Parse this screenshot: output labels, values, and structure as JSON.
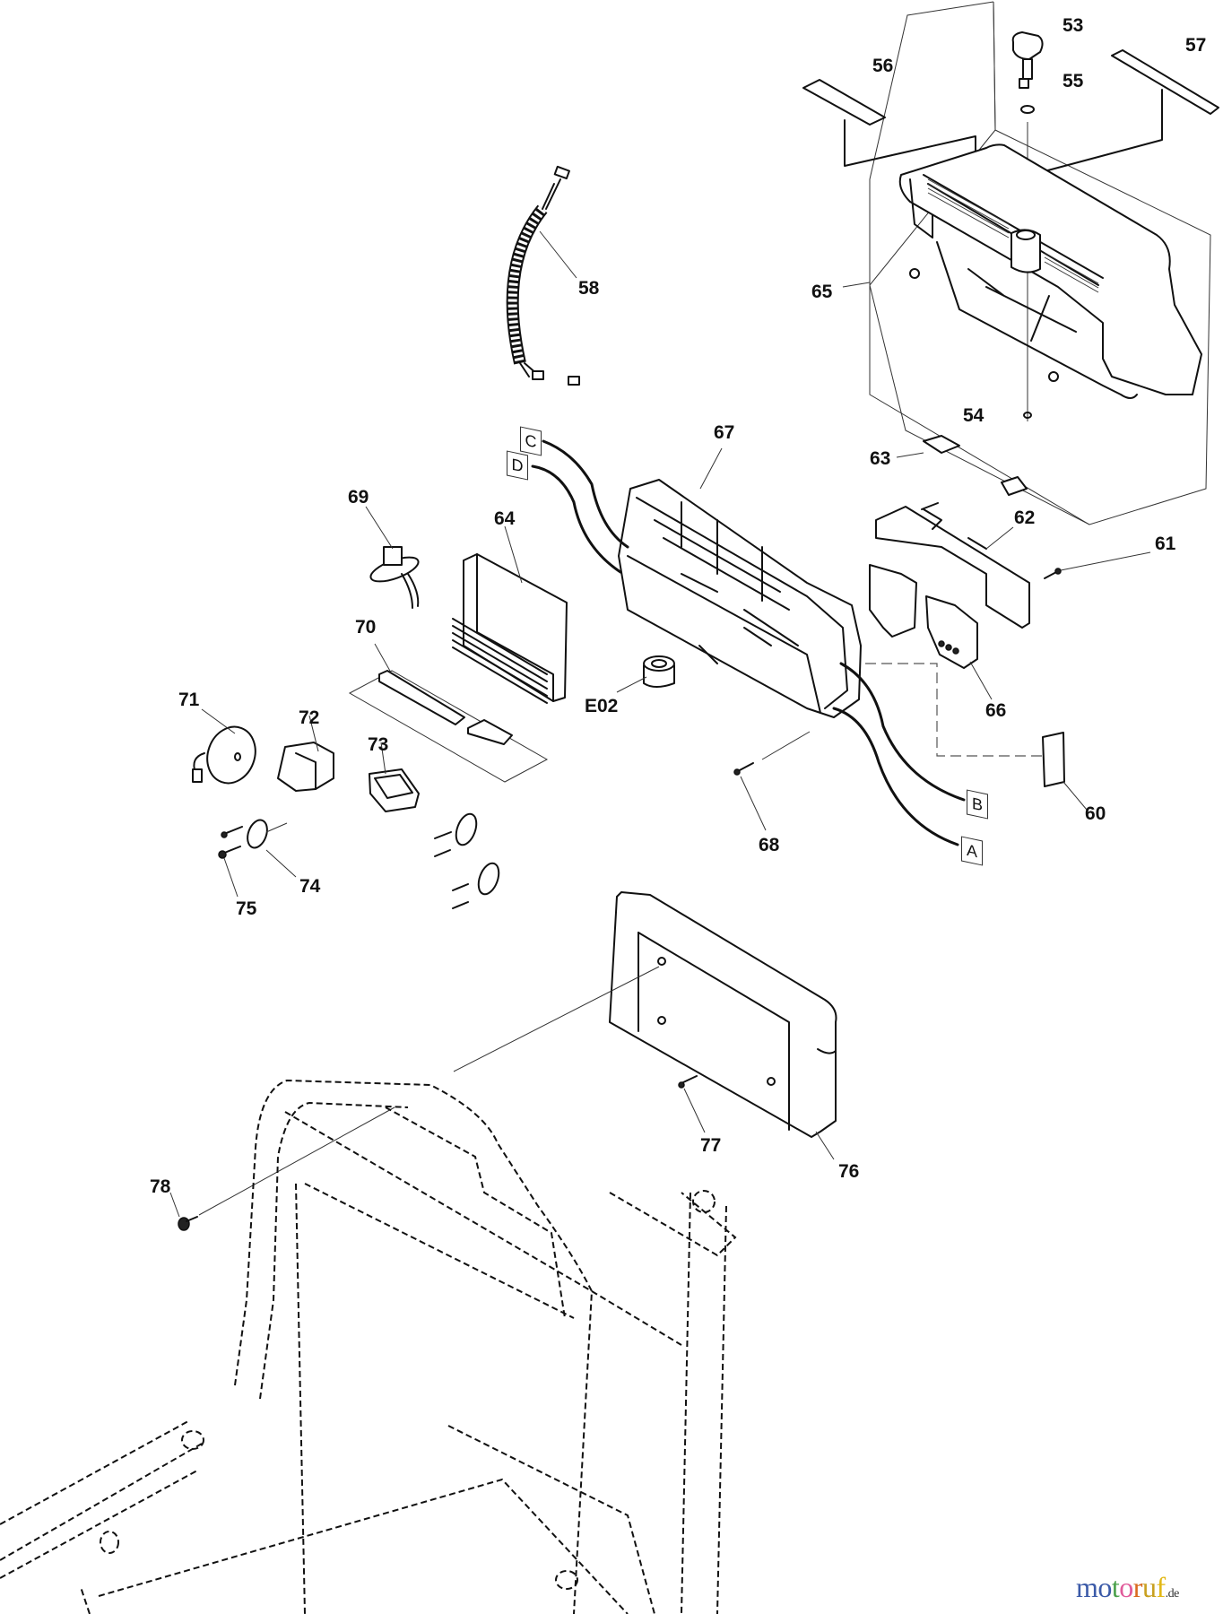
{
  "diagram": {
    "title": "Exploded parts view - control panel, cover and frame",
    "callouts": [
      {
        "id": "53",
        "label": "53"
      },
      {
        "id": "54",
        "label": "54"
      },
      {
        "id": "55",
        "label": "55"
      },
      {
        "id": "56",
        "label": "56"
      },
      {
        "id": "57",
        "label": "57"
      },
      {
        "id": "58",
        "label": "58"
      },
      {
        "id": "60",
        "label": "60"
      },
      {
        "id": "61",
        "label": "61"
      },
      {
        "id": "62",
        "label": "62"
      },
      {
        "id": "63",
        "label": "63"
      },
      {
        "id": "64",
        "label": "64"
      },
      {
        "id": "65",
        "label": "65"
      },
      {
        "id": "66",
        "label": "66"
      },
      {
        "id": "67",
        "label": "67"
      },
      {
        "id": "68",
        "label": "68"
      },
      {
        "id": "69",
        "label": "69"
      },
      {
        "id": "70",
        "label": "70"
      },
      {
        "id": "71",
        "label": "71"
      },
      {
        "id": "72",
        "label": "72"
      },
      {
        "id": "73",
        "label": "73"
      },
      {
        "id": "74",
        "label": "74"
      },
      {
        "id": "75",
        "label": "75"
      },
      {
        "id": "76",
        "label": "76"
      },
      {
        "id": "77",
        "label": "77"
      },
      {
        "id": "78",
        "label": "78"
      },
      {
        "id": "E02",
        "label": "E02"
      }
    ],
    "wire_tags": {
      "a": "A",
      "b": "B",
      "c": "C",
      "d": "D"
    }
  },
  "watermark": {
    "letters": [
      {
        "ch": "m",
        "color": "#3b5aa8"
      },
      {
        "ch": "o",
        "color": "#3b5aa8"
      },
      {
        "ch": "t",
        "color": "#4aa04a"
      },
      {
        "ch": "o",
        "color": "#e05a9a"
      },
      {
        "ch": "r",
        "color": "#d96a1e"
      },
      {
        "ch": "u",
        "color": "#c8a020"
      },
      {
        "ch": "f",
        "color": "#e2b816"
      }
    ],
    "suffix": ".de"
  }
}
